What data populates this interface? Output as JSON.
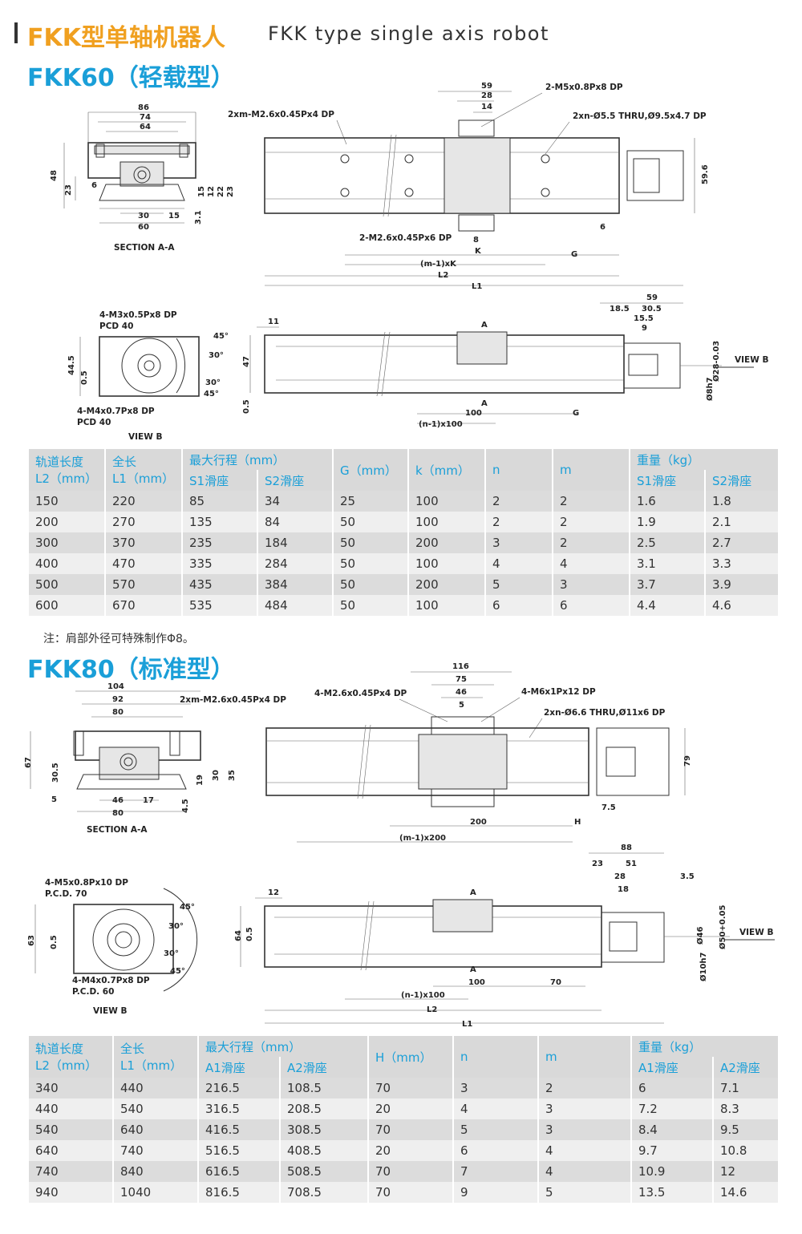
{
  "header": {
    "title_cn": "FKK型单轴机器人",
    "title_en": "FKK type single axis robot"
  },
  "fkk60": {
    "title": "FKK60（轻载型）",
    "section_label": "SECTION A-A",
    "view_label": "VIEW B",
    "view_b_arrow": "VIEW B",
    "callouts": {
      "top_holes": "2xm-M2.6x0.45Px4 DP",
      "slider_holes": "2-M5x0.8Px8 DP",
      "thru_holes": "2xn-Ø5.5 THRU,Ø9.5x4.7 DP",
      "bottom_holes": "2-M2.6x0.45Px6 DP",
      "end_top": "4-M3x0.5Px8 DP",
      "end_top_pcd": "PCD 40",
      "end_bottom": "4-M4x0.7Px8 DP",
      "end_bottom_pcd": "PCD 40"
    },
    "dims": {
      "d86": "86",
      "d74": "74",
      "d64": "64",
      "d48": "48",
      "d23": "23",
      "d6": "6",
      "d30": "30",
      "d15": "15",
      "d60": "60",
      "d3_1": "3.1",
      "d15b": "15",
      "d12": "12",
      "d22": "22",
      "d23b": "23",
      "d59": "59",
      "d28": "28",
      "d14": "14",
      "d59_6": "59.6",
      "d8": "8",
      "d6b": "6",
      "K": "K",
      "G": "G",
      "m1K": "(m-1)xK",
      "L2": "L2",
      "L1": "L1",
      "d11": "11",
      "d47": "47",
      "d0_5": "0.5",
      "d44_5": "44.5",
      "d0_5b": "0.5",
      "A1": "A",
      "A2": "A",
      "d100": "100",
      "G2": "G",
      "n1": "(n-1)x100",
      "d59b": "59",
      "d18_5": "18.5",
      "d30_5": "30.5",
      "d15_5": "15.5",
      "d9": "9",
      "d28h": "Ø28-0.03",
      "d8h7": "Ø8h7",
      "ang45": "45°",
      "ang30": "30°",
      "ang30b": "30°",
      "ang45b": "45°"
    },
    "table": {
      "h_l2": [
        "轨道长度",
        "L2（mm）"
      ],
      "h_l1": [
        "全长",
        "L1（mm）"
      ],
      "h_stroke": "最大行程（mm）",
      "h_s1": "S1滑座",
      "h_s2": "S2滑座",
      "h_g": "G（mm）",
      "h_k": "k（mm）",
      "h_n": "n",
      "h_m": "m",
      "h_weight": "重量（kg）",
      "h_w1": "S1滑座",
      "h_w2": "S2滑座",
      "rows": [
        [
          "150",
          "220",
          "85",
          "34",
          "25",
          "100",
          "2",
          "2",
          "1.6",
          "1.8"
        ],
        [
          "200",
          "270",
          "135",
          "84",
          "50",
          "100",
          "2",
          "2",
          "1.9",
          "2.1"
        ],
        [
          "300",
          "370",
          "235",
          "184",
          "50",
          "200",
          "3",
          "2",
          "2.5",
          "2.7"
        ],
        [
          "400",
          "470",
          "335",
          "284",
          "50",
          "100",
          "4",
          "4",
          "3.1",
          "3.3"
        ],
        [
          "500",
          "570",
          "435",
          "384",
          "50",
          "200",
          "5",
          "3",
          "3.7",
          "3.9"
        ],
        [
          "600",
          "670",
          "535",
          "484",
          "50",
          "100",
          "6",
          "6",
          "4.4",
          "4.6"
        ]
      ]
    },
    "note": "注：肩部外径可特殊制作Φ8。"
  },
  "fkk80": {
    "title": "FKK80（标准型）",
    "section_label": "SECTION A-A",
    "view_label": "VIEW B",
    "view_b_arrow": "VIEW B",
    "callouts": {
      "top_holes": "2xm-M2.6x0.45Px4 DP",
      "slider_holes": "4-M2.6x0.45Px4 DP",
      "slider_holes2": "4-M6x1Px12 DP",
      "thru_holes": "2xn-Ø6.6 THRU,Ø11x6 DP",
      "end_top": "4-M5x0.8Px10 DP",
      "end_top_pcd": "P.C.D. 70",
      "end_bottom": "4-M4x0.7Px8 DP",
      "end_bottom_pcd": "P.C.D. 60"
    },
    "dims": {
      "d104": "104",
      "d92": "92",
      "d80": "80",
      "d67": "67",
      "d30_5": "30.5",
      "d5": "5",
      "d46": "46",
      "d17": "17",
      "d80b": "80",
      "d4_5": "4.5",
      "d19": "19",
      "d30": "30",
      "d35": "35",
      "d116": "116",
      "d75": "75",
      "d46b": "46",
      "d5b": "5",
      "d79": "79",
      "d7_5": "7.5",
      "d200": "200",
      "H": "H",
      "m1": "(m-1)x200",
      "d12": "12",
      "d64": "64",
      "d0_5": "0.5",
      "d63": "63",
      "d0_5b": "0.5",
      "A1": "A",
      "A2": "A",
      "d100": "100",
      "d70": "70",
      "n1": "(n-1)x100",
      "L2": "L2",
      "L1": "L1",
      "d88": "88",
      "d23": "23",
      "d51": "51",
      "d28": "28",
      "d18": "18",
      "d3_5": "3.5",
      "d46h": "Ø46",
      "d50h": "Ø50+0.05",
      "d10h7": "Ø10h7",
      "ang45": "45°",
      "ang30": "30°",
      "ang30b": "30°",
      "ang45b": "45°"
    },
    "table": {
      "h_l2": [
        "轨道长度",
        "L2（mm）"
      ],
      "h_l1": [
        "全长",
        "L1（mm）"
      ],
      "h_stroke": "最大行程（mm）",
      "h_s1": "A1滑座",
      "h_s2": "A2滑座",
      "h_h": "H（mm）",
      "h_n": "n",
      "h_m": "m",
      "h_weight": "重量（kg）",
      "h_w1": "A1滑座",
      "h_w2": "A2滑座",
      "rows": [
        [
          "340",
          "440",
          "216.5",
          "108.5",
          "70",
          "3",
          "2",
          "6",
          "7.1"
        ],
        [
          "440",
          "540",
          "316.5",
          "208.5",
          "20",
          "4",
          "3",
          "7.2",
          "8.3"
        ],
        [
          "540",
          "640",
          "416.5",
          "308.5",
          "70",
          "5",
          "3",
          "8.4",
          "9.5"
        ],
        [
          "640",
          "740",
          "516.5",
          "408.5",
          "20",
          "6",
          "4",
          "9.7",
          "10.8"
        ],
        [
          "740",
          "840",
          "616.5",
          "508.5",
          "70",
          "7",
          "4",
          "10.9",
          "12"
        ],
        [
          "940",
          "1040",
          "816.5",
          "708.5",
          "70",
          "9",
          "5",
          "13.5",
          "14.6"
        ]
      ]
    }
  }
}
